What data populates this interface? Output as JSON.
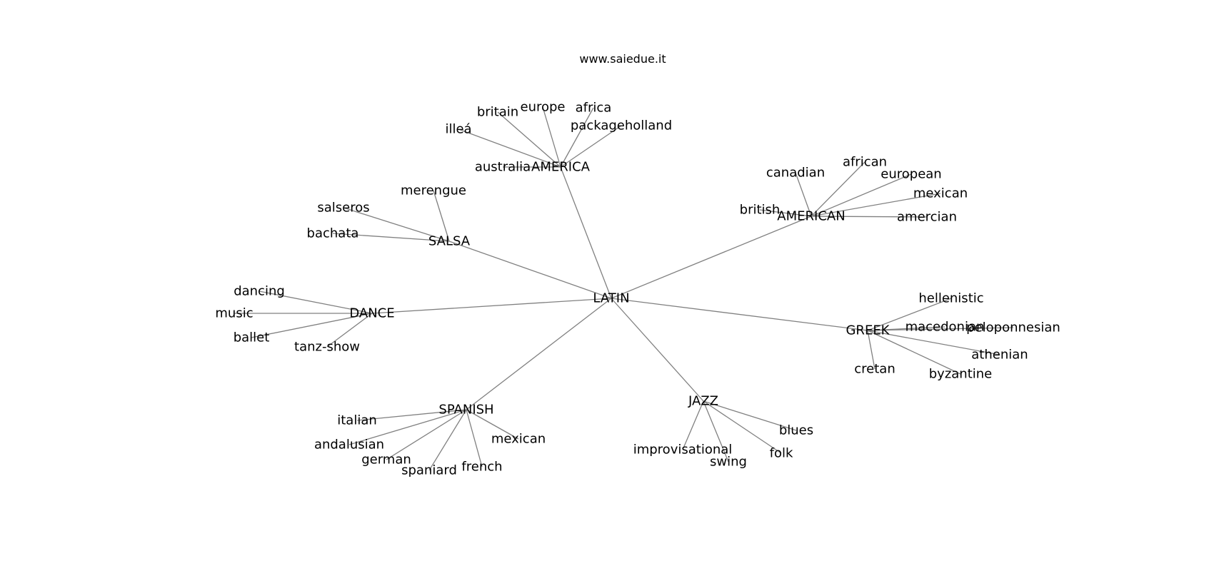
{
  "watermark": "www.saiedue.it",
  "diagram": {
    "root": "LATIN",
    "clusters": [
      {
        "hub": "AMERICA",
        "leaves": [
          "britain",
          "europe",
          "africa",
          "packageholland",
          "illeá",
          "australia"
        ]
      },
      {
        "hub": "AMERICAN",
        "leaves": [
          "canadian",
          "african",
          "european",
          "mexican",
          "british",
          "amercian"
        ]
      },
      {
        "hub": "SALSA",
        "leaves": [
          "merengue",
          "salseros",
          "bachata"
        ]
      },
      {
        "hub": "DANCE",
        "leaves": [
          "dancing",
          "music",
          "ballet",
          "tanz-show"
        ]
      },
      {
        "hub": "GREEK",
        "leaves": [
          "hellenistic",
          "macedonian",
          "peloponnesian",
          "athenian",
          "cretan",
          "byzantine"
        ]
      },
      {
        "hub": "SPANISH",
        "leaves": [
          "italian",
          "andalusian",
          "german",
          "spaniard",
          "french",
          "mexican"
        ]
      },
      {
        "hub": "JAZZ",
        "leaves": [
          "improvisational",
          "swing",
          "folk",
          "blues"
        ]
      }
    ]
  }
}
